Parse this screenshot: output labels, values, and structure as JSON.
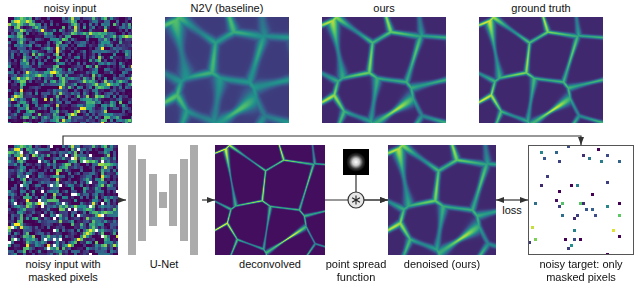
{
  "diagram": {
    "nodes": [
      {
        "text": [
          "noisy input"
        ]
      },
      {
        "text": [
          "N2V (baseline)"
        ]
      },
      {
        "text": [
          "ours"
        ]
      },
      {
        "text": [
          "ground truth"
        ]
      },
      {
        "text": [
          "noisy input with masked pixels"
        ]
      },
      {
        "text": [
          "U-Net"
        ]
      },
      {
        "text": [
          "deconvolved"
        ]
      },
      {
        "text": [
          "point spread function"
        ]
      },
      {
        "text": [
          "denoised (ours)"
        ]
      },
      {
        "text": [
          "noisy target: only masked pixels"
        ]
      }
    ],
    "edges": [
      {
        "from": 4,
        "to": 5,
        "arrow": "to"
      },
      {
        "from": 5,
        "to": 6,
        "arrow": "to"
      },
      {
        "from": 6,
        "to": 8,
        "arrow": "to"
      },
      {
        "from": 7,
        "to": 8,
        "arrow": "to"
      },
      {
        "from": 8,
        "to": 9,
        "label": "loss",
        "arrow": "both"
      },
      {
        "from": 4,
        "to": 9,
        "arrow": "to"
      }
    ]
  }
}
